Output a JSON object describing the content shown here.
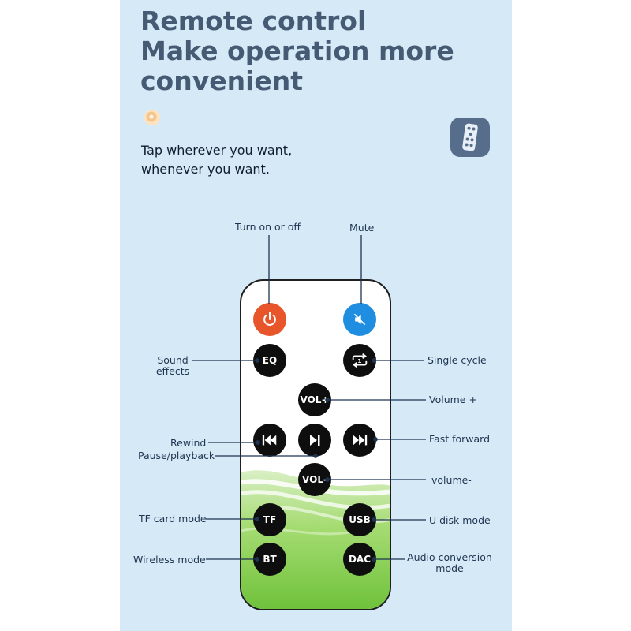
{
  "header": {
    "title_lines": [
      "Remote control",
      "Make operation more",
      "convenient"
    ],
    "tagline_lines": [
      "Tap wherever you want,",
      "whenever you want."
    ]
  },
  "colors": {
    "panel_bg": "#d6e9f7",
    "heading": "#455a73",
    "power_button": "#e9552b",
    "mute_button": "#1f8ee0",
    "button": "#0e0e0e",
    "remote_gradient": "#79c43c"
  },
  "icons": {
    "remote_app_icon": "remote-icon",
    "power": "power-icon",
    "mute": "mute-icon",
    "single_cycle": "repeat-one-icon",
    "rewind": "rewind-icon",
    "play_pause": "play-pause-icon",
    "fast_forward": "fast-forward-icon"
  },
  "remote": {
    "buttons": {
      "eq": "EQ",
      "vol_up": "VOL+",
      "vol_down": "VOL-",
      "tf": "TF",
      "usb": "USB",
      "bt": "BT",
      "dac": "DAC"
    },
    "labels": {
      "power": "Turn on or off",
      "mute": "Mute",
      "sound_effects": [
        "Sound",
        "effects"
      ],
      "single_cycle": "Single cycle",
      "volume_up": "Volume +",
      "rewind": "Rewind",
      "pause_playback": "Pause/playback",
      "fast_forward": "Fast forward",
      "volume_down": "volume-",
      "tf_card_mode": "TF card mode",
      "u_disk_mode": "U disk mode",
      "wireless_mode": "Wireless mode",
      "audio_conversion_mode": [
        "Audio conversion",
        "mode"
      ]
    }
  }
}
